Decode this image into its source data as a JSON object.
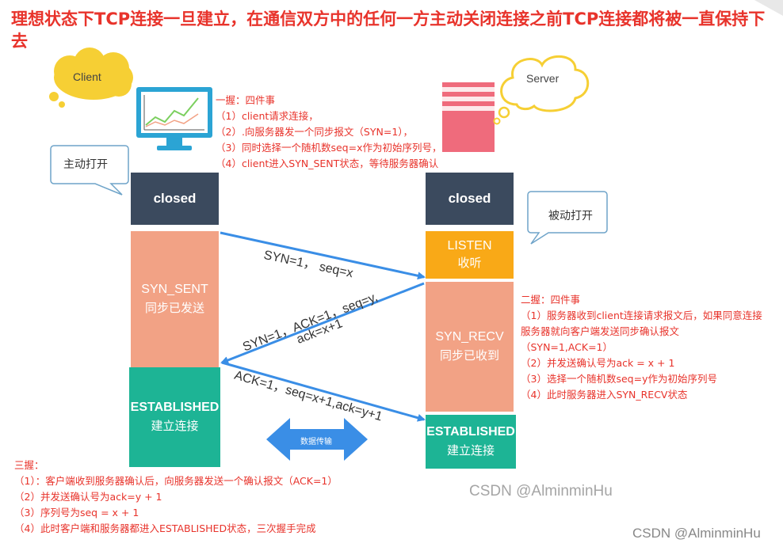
{
  "title": "理想状态下TCP连接一旦建立，在通信双方中的任何一方主动关闭连接之前TCP连接都将被一直保持下去",
  "client_label": "Client",
  "server_label": "Server",
  "active_open": "主动打开",
  "passive_open": "被动打开",
  "client_states": {
    "closed": "closed",
    "syn_sent_en": "SYN_SENT",
    "syn_sent_cn": "同步已发送",
    "established_en": "ESTABLISHED",
    "established_cn": "建立连接"
  },
  "server_states": {
    "closed": "closed",
    "listen_en": "LISTEN",
    "listen_cn": "收听",
    "syn_recv_en": "SYN_RECV",
    "syn_recv_cn": "同步已收到",
    "established_en": "ESTABLISHED",
    "established_cn": "建立连接"
  },
  "messages": {
    "syn": "SYN=1， seq=x",
    "syn_ack_1": "SYN=1，ACK=1，seq=y,",
    "syn_ack_2": "ack=x+1",
    "ack": "ACK=1，seq=x+1,ack=y+1"
  },
  "data_transfer": "数据传输",
  "handshake1": [
    "一握：四件事",
    "（1）client请求连接，",
    "（2）.向服务器发一个同步报文（SYN=1），",
    "（3）同时选择一个随机数seq=x作为初始序列号，",
    "（4）client进入SYN_SENT状态，等待服务器确认"
  ],
  "handshake2": [
    "二握：四件事",
    "（1）服务器收到client连接请求报文后，如果同意连接",
    "服务器就向客户端发送同步确认报文",
    "（SYN=1,ACK=1）",
    "（2）并发送确认号为ack = x + 1",
    "（3）选择一个随机数seq=y作为初始序列号",
    "（4）此时服务器进入SYN_RECV状态"
  ],
  "handshake3": [
    "三握：",
    "（1）：客户端收到服务器确认后，向服务器发送一个确认报文（ACK=1）",
    "（2）并发送确认号为ack=y + 1",
    "（3）序列号为seq = x + 1",
    "（4）此时客户端和服务器都进入ESTABLISHED状态，三次握手完成"
  ],
  "watermark_inner": "CSDN @AlminminHu",
  "watermark_corner": "CSDN @AlminminHu",
  "colors": {
    "title": "#e8332b",
    "closed": "#3b4a5e",
    "salmon": "#f2a285",
    "teal": "#1db495",
    "orange": "#f9a917",
    "arrow": "#3a8ee6",
    "server_pink": "#ef6b7c",
    "cloud": "#f6cf34"
  },
  "icons": [
    "monitor-chart-icon",
    "server-rack-icon",
    "double-arrow-icon"
  ]
}
